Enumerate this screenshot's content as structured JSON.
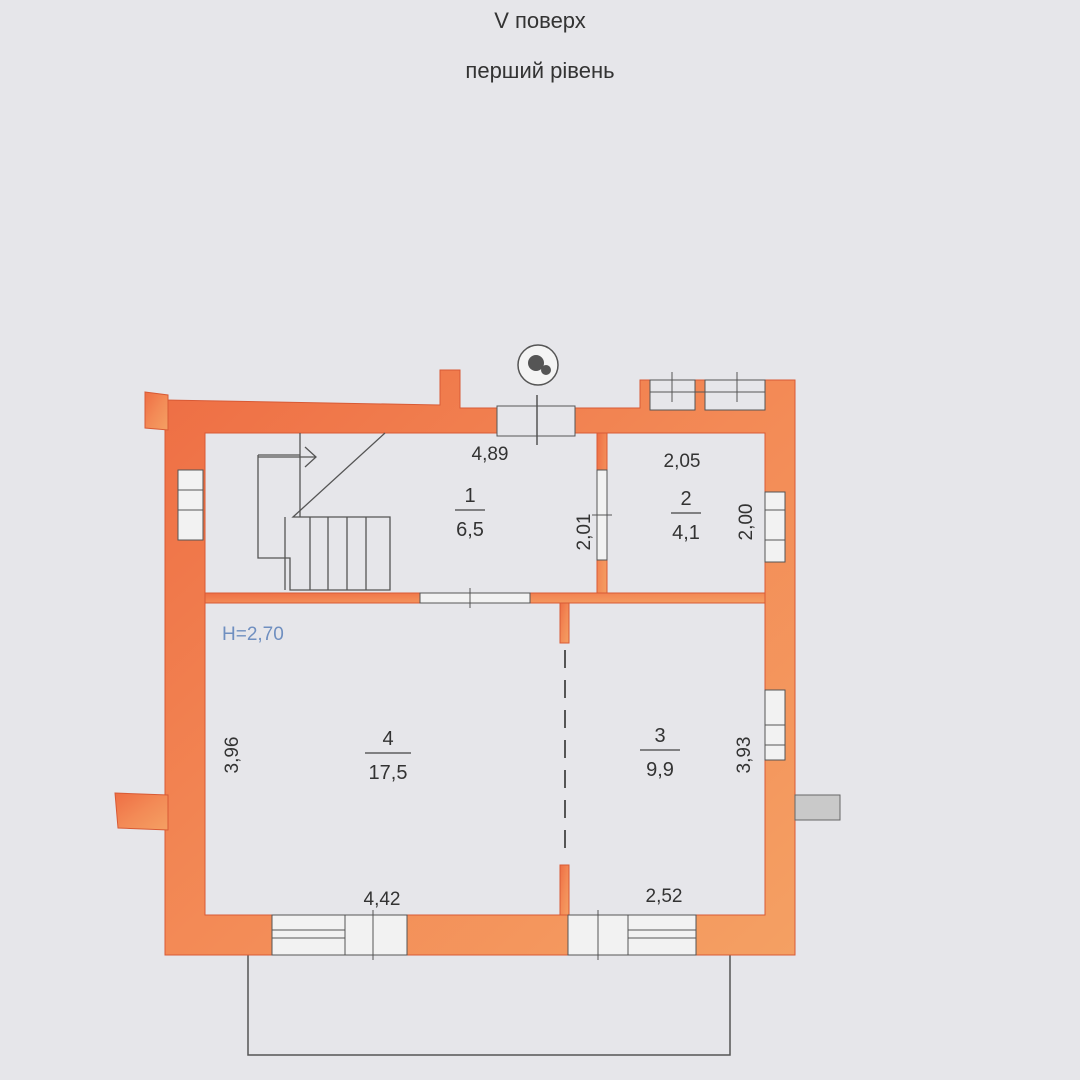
{
  "title": {
    "floor": "V поверх",
    "level": "перший рівень"
  },
  "plan": {
    "height_label": "H=2,70",
    "rooms": [
      {
        "number": "1",
        "area": "6,5"
      },
      {
        "number": "2",
        "area": "4,1"
      },
      {
        "number": "3",
        "area": "9,9"
      },
      {
        "number": "4",
        "area": "17,5"
      }
    ],
    "dimensions": {
      "room1_width": "4,89",
      "room1_height": "2,01",
      "room2_width": "2,05",
      "room2_height": "2,00",
      "room3_width": "2,52",
      "room3_height": "3,93",
      "room4_width": "4,42",
      "room4_height": "3,96"
    }
  },
  "colors": {
    "wall": "#f07a4a",
    "wall_light": "#f6a06a",
    "wall_edge": "#d85a35",
    "background": "#e6e6ea",
    "lines": "#555555",
    "height_label": "#6f8fc0"
  }
}
